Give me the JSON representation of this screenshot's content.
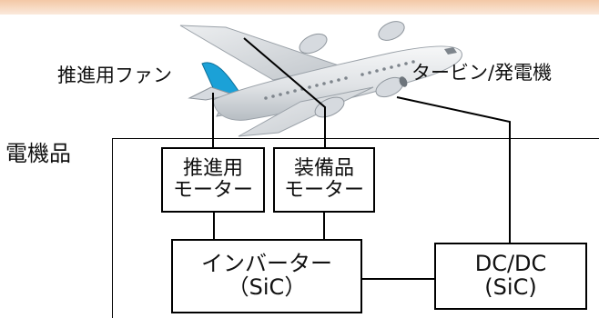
{
  "labels": {
    "propulsion_fan": "推進用ファン",
    "turbine_generator": "タービン/発電機",
    "electrical_components": "電機品"
  },
  "boxes": {
    "propulsion_motor": {
      "line1": "推進用",
      "line2": "モーター"
    },
    "equipment_motor": {
      "line1": "装備品",
      "line2": "モーター"
    },
    "inverter": {
      "line1": "インバーター",
      "line2": "（SiC）"
    },
    "dcdc": {
      "line1": "DC/DC",
      "line2": "(SiC)"
    }
  },
  "colors": {
    "fan": "#1ba1d7",
    "fuselage": "#e9ebee",
    "fuselage_shade": "#aeb4bb",
    "window": "#7e858c",
    "header_band": "#f3c8a6"
  }
}
